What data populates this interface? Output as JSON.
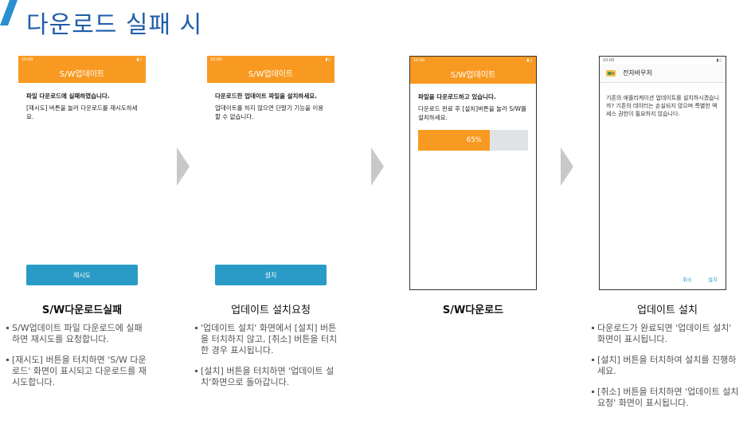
{
  "page": {
    "title": "다운로드 실패 시",
    "accent": "#1f5da8",
    "orange": "#f89a21",
    "button_blue": "#2a9bc7"
  },
  "screens": [
    {
      "status_time": "10:00",
      "header": "S/W업데이트",
      "message_bold": "파일 다운로드에 실패하였습니다.",
      "message": "[재시도] 버튼을 눌러 다운로드를 재시도하세요.",
      "button": "재시도"
    },
    {
      "status_time": "10:00",
      "header": "S/W업데이트",
      "message_bold": "다운로드한 업데이트 파일을 설치하세요.",
      "message": "업데이트를 하지 않으면 단말기 기능을 이용할 수 없습니다.",
      "button": "설치"
    },
    {
      "status_time": "10:00",
      "header": "S/W업데이트",
      "message_bold": "파일을 다운로드하고 있습니다.",
      "message": "다운로드 완료 후 [설치]버튼을 눌러 S/W를 설치하세요.",
      "progress_label": "65%",
      "progress_value": 0.65
    },
    {
      "status_time": "10:00",
      "app_name": "전자바우처",
      "message": "기존의 애플리케이션 업데이트를 설치하시겠습니까? 기존의 데이터는 손실되지 않으며 특별한 액세스 권한이 필요하지 않습니다.",
      "cancel": "취소",
      "install": "설치"
    }
  ],
  "captions": [
    {
      "title": "S/W다운로드실패",
      "items": [
        "S/W업데이트 파일 다운로드에 실패하면 재시도를 요청합니다.",
        "[재시도] 버튼을 터치하면 'S/W 다운로드' 화면이 표시되고 다운로드를 재시도합니다."
      ]
    },
    {
      "title": "업데이트 설치요청",
      "items": [
        "'업데이트 설치' 화면에서 [설치] 버튼을 터치하지 않고, [취소] 버튼을 터치한 경우 표시됩니다.",
        "[설치] 버튼을 터치하면 '업데이트 설치'화면으로 돌아갑니다."
      ]
    },
    {
      "title": "S/W다운로드",
      "items": []
    },
    {
      "title": "업데이트 설치",
      "items": [
        "다운로드가 완료되면 '업데이트 설치' 화면이 표시됩니다.",
        "[설치] 버튼을 터치하여 설치를 진행하세요.",
        "[취소] 버튼을 터치하면 '업데이트 설치요청' 화면이 표시됩니다."
      ]
    }
  ]
}
